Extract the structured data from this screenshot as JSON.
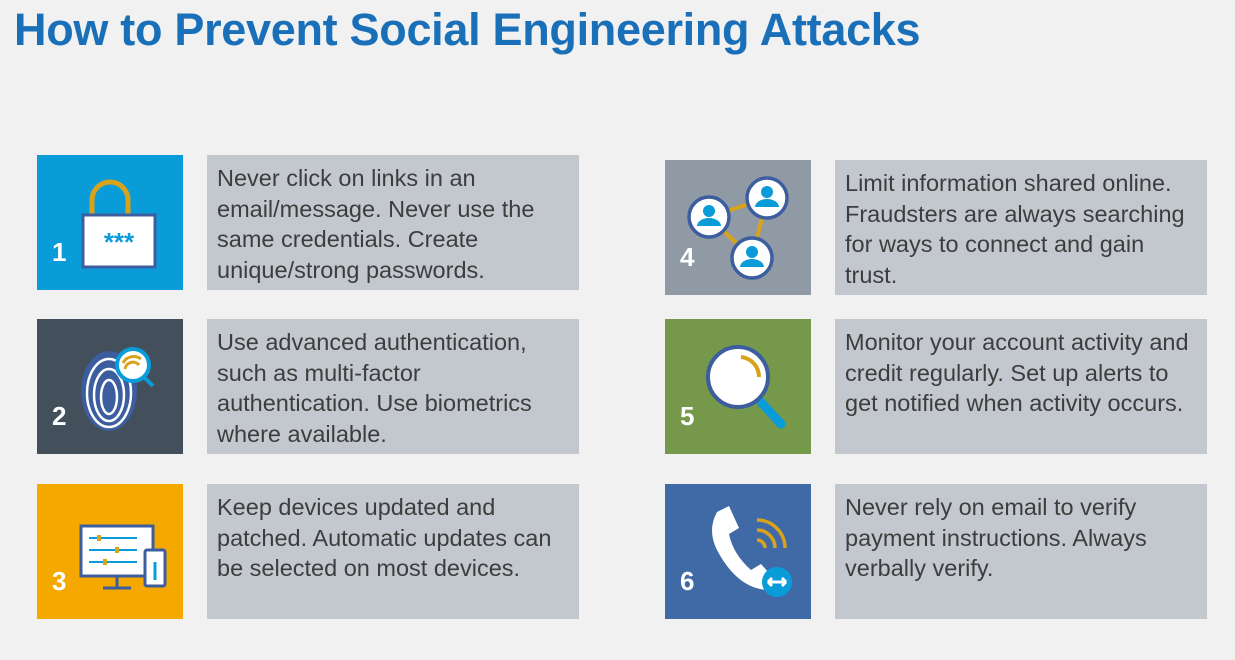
{
  "title": "How to Prevent Social Engineering Attacks",
  "colors": {
    "title": "#1a70b8",
    "tip1": "#0a9bd9",
    "tip2": "#434f5b",
    "tip3": "#f5a800",
    "tip4": "#8f9aa5",
    "tip5": "#76984a",
    "tip6": "#3f6aa6"
  },
  "tips": [
    {
      "number": "1",
      "icon": "padlock-password-icon",
      "text": "Never click on links in an email/message. Never use the same credentials. Create unique/strong passwords."
    },
    {
      "number": "2",
      "icon": "fingerprint-search-icon",
      "text": "Use advanced authentication, such as multi-factor authentication. Use biometrics where available."
    },
    {
      "number": "3",
      "icon": "devices-update-icon",
      "text": "Keep devices updated and patched. Automatic updates can be selected on most devices."
    },
    {
      "number": "4",
      "icon": "connected-people-icon",
      "text": "Limit information shared online. Fraudsters are always searching for ways to connect and gain trust."
    },
    {
      "number": "5",
      "icon": "magnifier-icon",
      "text": "Monitor your account activity and credit regularly. Set up alerts to get notified when activity occurs."
    },
    {
      "number": "6",
      "icon": "phone-call-icon",
      "text": "Never rely on email to verify payment instructions. Always verbally verify."
    }
  ]
}
